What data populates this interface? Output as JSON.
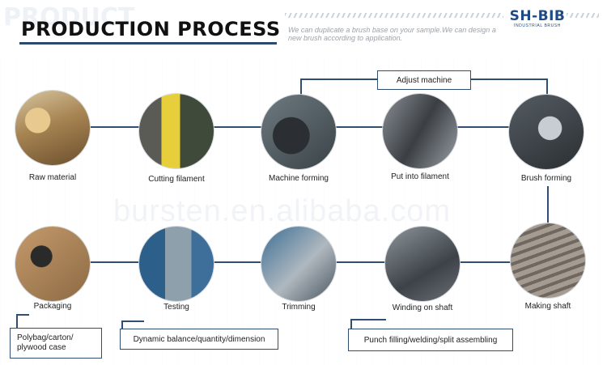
{
  "header": {
    "title": "PRODUCTION PROCESS",
    "description": "We can duplicate a brush base on your sample.We can design a new brush according to application.",
    "logo_text": "SH-BIB",
    "logo_sub": "INDUSTRIAL BRUSH"
  },
  "watermark": "bursten.en.alibaba.com",
  "steps_top": [
    {
      "label": "Raw material"
    },
    {
      "label": "Cutting filament"
    },
    {
      "label": "Machine forming"
    },
    {
      "label": "Put into filament"
    },
    {
      "label": "Brush forming"
    }
  ],
  "steps_bottom": [
    {
      "label": "Packaging"
    },
    {
      "label": "Testing"
    },
    {
      "label": "Trimming"
    },
    {
      "label": "Winding on shaft"
    },
    {
      "label": "Making shaft"
    }
  ],
  "notes": {
    "adjust": "Adjust machine",
    "packaging_note": "Polybag/carton/ plywood case",
    "testing_note": "Dynamic balance/quantity/dimension",
    "winding_note": "Punch filling/welding/split assembling"
  }
}
